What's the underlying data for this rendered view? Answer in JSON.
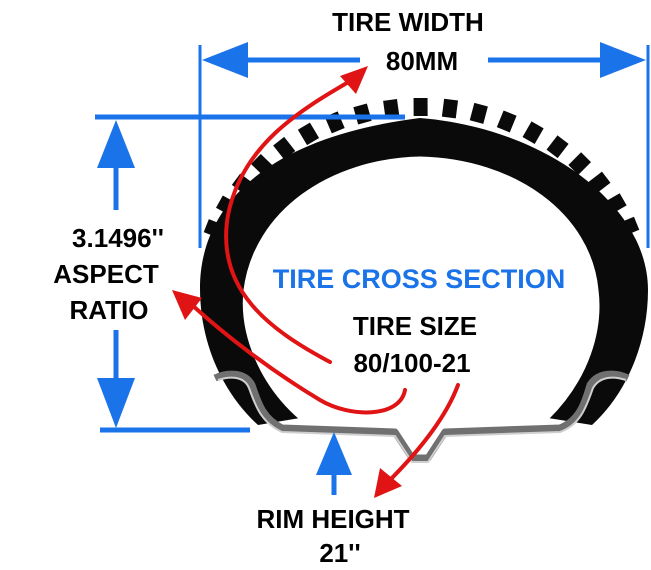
{
  "labels": {
    "tire_width_title": "TIRE WIDTH",
    "tire_width_value": "80MM",
    "aspect_value": "3.1496''",
    "aspect_line1": "ASPECT",
    "aspect_line2": "RATIO",
    "cross_section": "TIRE CROSS SECTION",
    "tire_size_title": "TIRE SIZE",
    "tire_size_value": "80/100-21",
    "rim_height_title": "RIM HEIGHT",
    "rim_height_value": "21''"
  },
  "colors": {
    "dimension_lines": "#1a73e8",
    "annotation_arrows": "#e01414",
    "tire": "#0a0a0a",
    "rim": "#707070",
    "cross_section_text": "#1a73e8"
  }
}
